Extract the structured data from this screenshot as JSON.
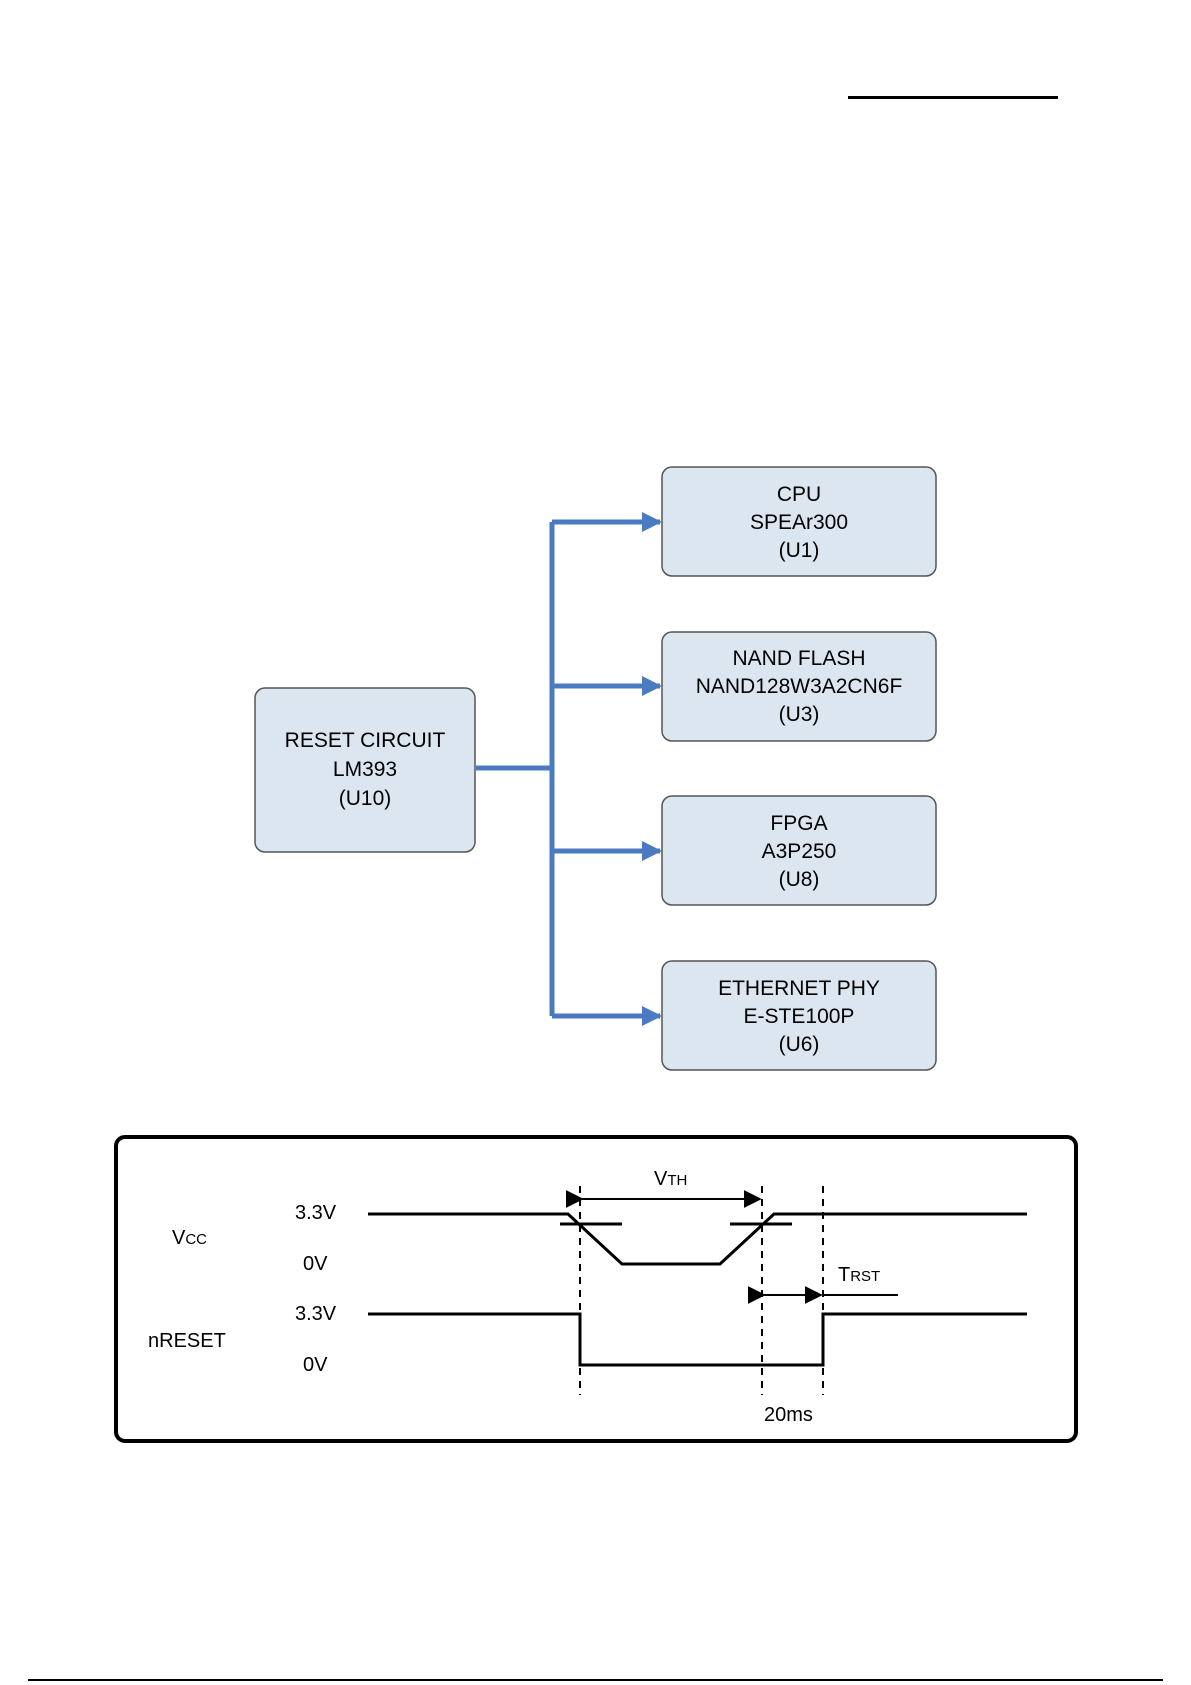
{
  "diagram": {
    "source": {
      "name": "RESET CIRCUIT",
      "part": "LM393",
      "ref": "(U10)"
    },
    "targets": [
      {
        "name": "CPU",
        "part": "SPEAr300",
        "ref": "(U1)"
      },
      {
        "name": "NAND FLASH",
        "part": "NAND128W3A2CN6F",
        "ref": "(U3)"
      },
      {
        "name": "FPGA",
        "part": "A3P250",
        "ref": "(U8)"
      },
      {
        "name": "ETHERNET PHY",
        "part": "E-STE100P",
        "ref": "(U6)"
      }
    ],
    "colors": {
      "box_fill": "#dbe6f1",
      "box_border": "#555555",
      "connector": "#4a7ac0"
    }
  },
  "timing": {
    "vcc_label": {
      "main": "V",
      "sub": "CC"
    },
    "nreset_label": "nRESET",
    "vcc_high": "3.3V",
    "vcc_low": "0V",
    "nreset_high": "3.3V",
    "nreset_low": "0V",
    "vth_label": {
      "main": "V",
      "sub": "TH"
    },
    "trst_label": {
      "main": "T",
      "sub": "RST"
    },
    "delay_label": "20ms"
  }
}
